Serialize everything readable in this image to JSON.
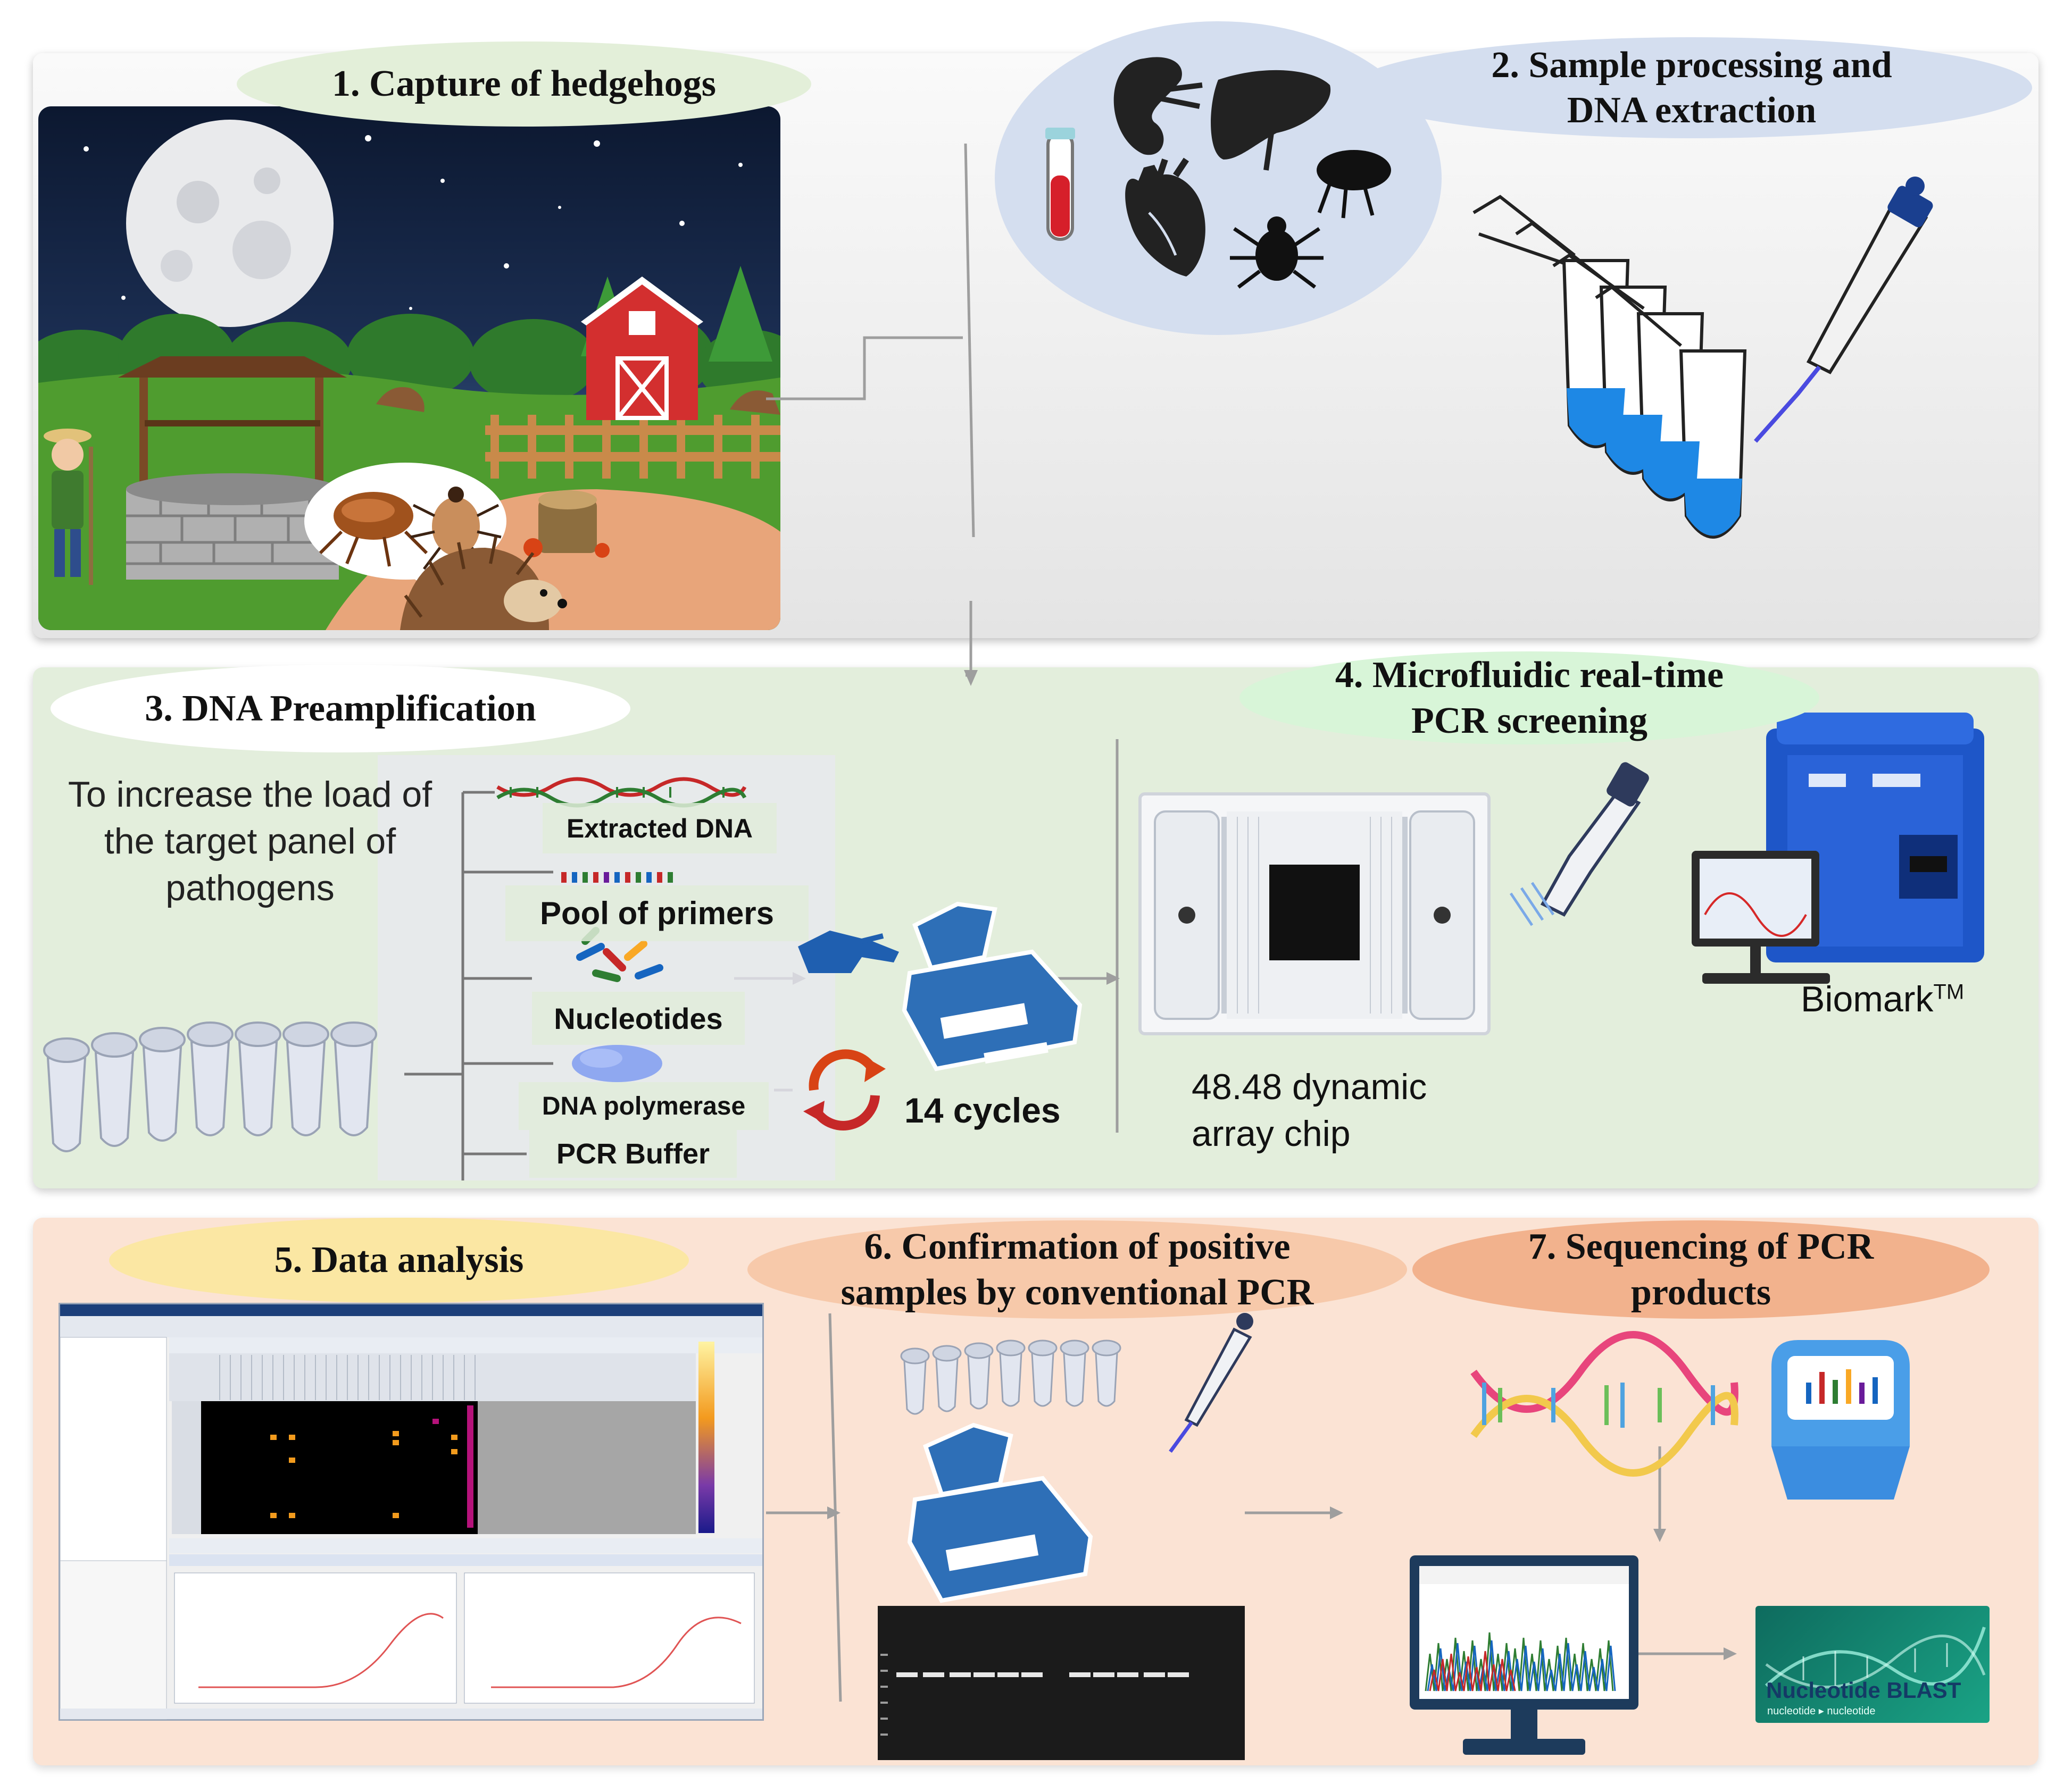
{
  "steps": {
    "s1": "1. Capture of hedgehogs",
    "s2": "2. Sample processing and DNA extraction",
    "s3": "3. DNA Preamplification",
    "s4": "4. Microfluidic real-time PCR screening",
    "s5": "5. Data analysis",
    "s6": "6. Confirmation of positive samples by conventional PCR",
    "s7": "7. Sequencing of PCR products"
  },
  "preamp": {
    "purpose": "To increase the load of the target panel of pathogens",
    "ingredients": [
      "Extracted DNA",
      "Pool of primers",
      "Nucleotides",
      "DNA polymerase",
      "PCR Buffer"
    ],
    "cycles": "14 cycles"
  },
  "screening": {
    "chip": "48.48  dynamic array chip",
    "instrument": "Biomark",
    "instrument_sup": "TM"
  },
  "blast": {
    "title": "Nucleotide BLAST",
    "subtitle": "nucleotide ▸ nucleotide"
  },
  "colors": {
    "panel_top": "#f2f2f2",
    "panel_mid": "#e3eedc",
    "panel_bottom": "#fbe3d4",
    "bubble_s1": "#e3efd9",
    "bubble_s2": "#d4deef",
    "bubble_s4": "#d8f5d8",
    "bubble_s5": "#fbe7a3",
    "bubble_s6": "#f7c9aa",
    "bubble_s7": "#f2b28d",
    "dna_blue": "#1565c0",
    "icon_blue": "#2e6fb7"
  },
  "icons": [
    "moon-icon",
    "barn-icon",
    "well-icon",
    "farmer-icon",
    "flea-icon",
    "tick-icon",
    "hedgehog-icon",
    "blood-tube-icon",
    "kidney-icon",
    "liver-icon",
    "heart-icon",
    "pipette-icon",
    "microtube-icon",
    "dna-helix-icon",
    "thermocycler-icon",
    "recycle-arrows-icon",
    "hand-icon",
    "dynamic-array-chip-icon",
    "biomark-instrument-icon",
    "computer-monitor-icon",
    "gel-image-icon",
    "sequencer-icon",
    "chromatogram-icon"
  ]
}
